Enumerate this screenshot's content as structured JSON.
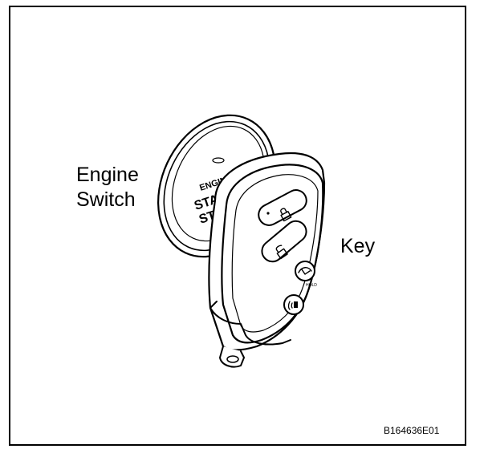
{
  "labels": {
    "engine_switch_line1": "Engine",
    "engine_switch_line2": "Switch",
    "key": "Key"
  },
  "switch_text": {
    "line1": "ENGINE",
    "line2": "STA",
    "line3": "ST"
  },
  "key_text": {
    "hold": "HOLD"
  },
  "reference_code": "B164636E01"
}
